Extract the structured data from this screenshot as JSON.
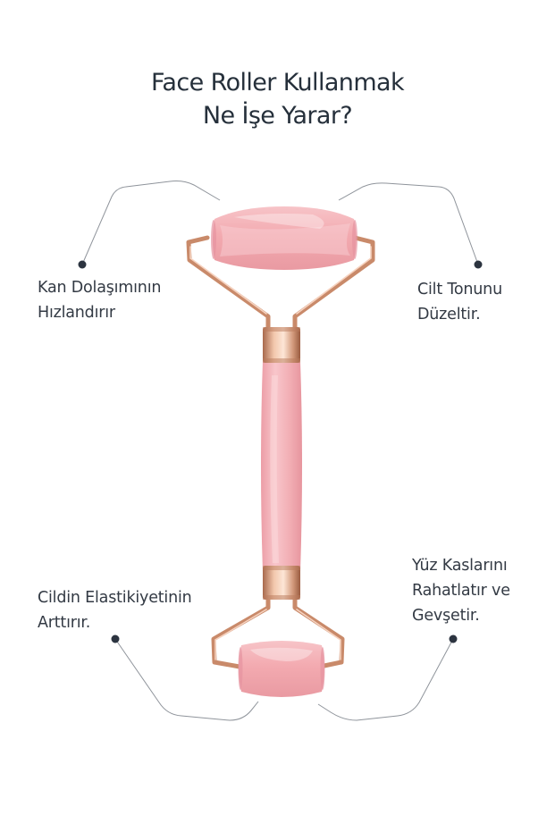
{
  "title": {
    "line1": "Face Roller Kullanmak",
    "line2": "Ne İşe Yarar?"
  },
  "benefits": [
    {
      "lines": [
        "Kan Dolaşımının",
        "Hızlandırır"
      ]
    },
    {
      "lines": [
        "Cilt Tonunu",
        "Düzeltir."
      ]
    },
    {
      "lines": [
        "Cildin Elastikiyetinin",
        "Arttırır."
      ]
    },
    {
      "lines": [
        "Yüz Kaslarını",
        "Rahatlatır ve",
        "Gevşetir."
      ]
    }
  ],
  "colors": {
    "text": "#2b3340",
    "leader_line": "#8a8f96",
    "dot": "#2c3440",
    "rose_quartz": "#f2aab0",
    "rose_gold": "#c98a6a"
  }
}
